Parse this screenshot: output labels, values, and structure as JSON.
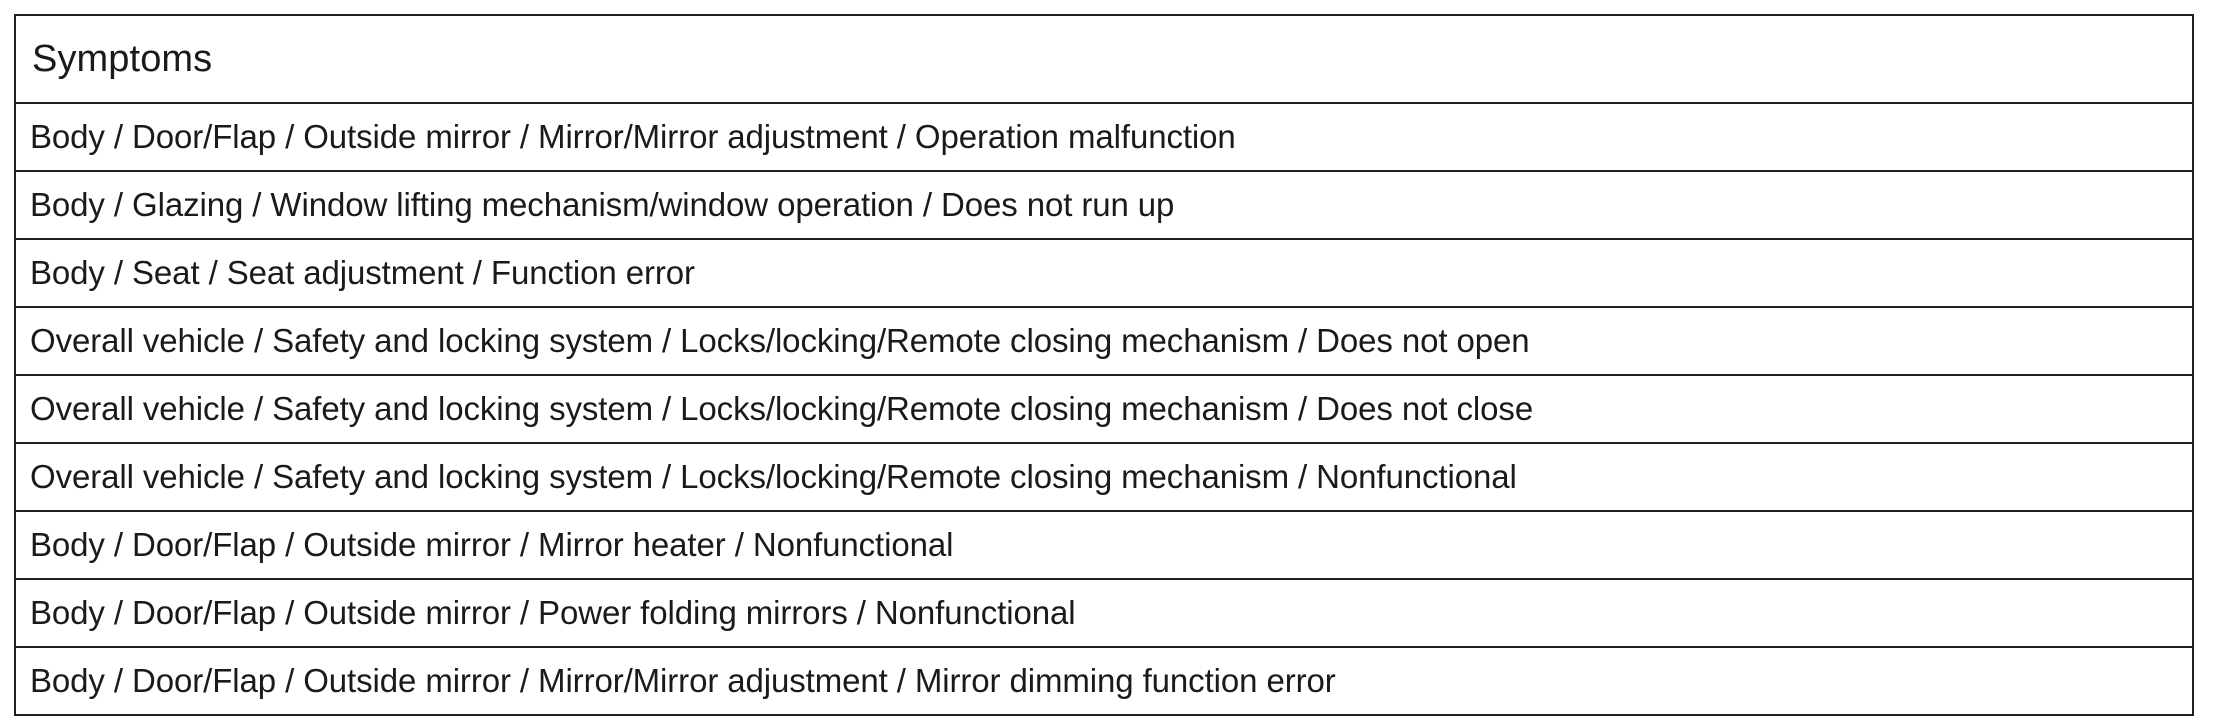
{
  "table": {
    "title": "Symptoms",
    "columns": [
      "Symptoms"
    ],
    "rows": [
      [
        "Body / Door/Flap / Outside mirror / Mirror/Mirror adjustment / Operation malfunction"
      ],
      [
        "Body / Glazing / Window lifting mechanism/window operation / Does not run up"
      ],
      [
        "Body / Seat / Seat adjustment / Function error"
      ],
      [
        "Overall vehicle / Safety and locking system / Locks/locking/Remote closing mechanism / Does not open"
      ],
      [
        "Overall vehicle / Safety and locking system / Locks/locking/Remote closing mechanism / Does not close"
      ],
      [
        "Overall vehicle / Safety and locking system / Locks/locking/Remote closing mechanism / Nonfunctional"
      ],
      [
        "Body / Door/Flap / Outside mirror / Mirror heater / Nonfunctional"
      ],
      [
        "Body / Door/Flap / Outside mirror / Power folding mirrors / Nonfunctional"
      ],
      [
        "Body / Door/Flap / Outside mirror / Mirror/Mirror adjustment / Mirror dimming function error"
      ]
    ]
  },
  "colors": {
    "border": "#231f20",
    "text": "#1a1a1a",
    "background": "#ffffff"
  }
}
